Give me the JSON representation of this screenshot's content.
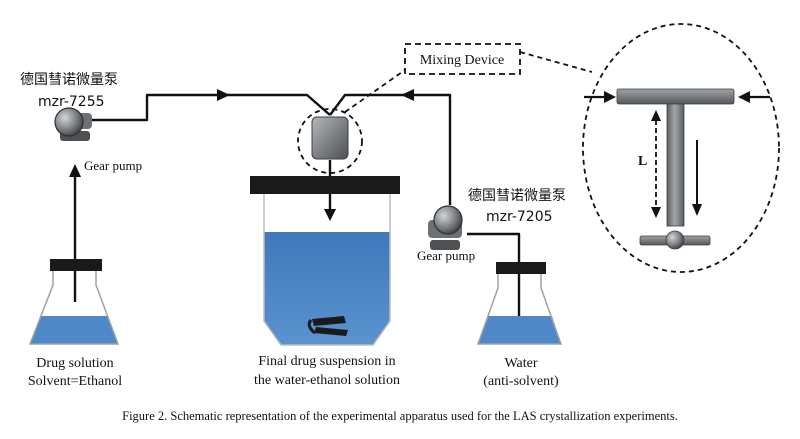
{
  "left_pump": {
    "brand_label": "德国彗诺微量泵",
    "model_label": "mzr-7255",
    "pump_label": "Gear pump"
  },
  "right_pump": {
    "brand_label": "德国彗诺微量泵",
    "model_label": "mzr-7205",
    "pump_label": "Gear pump"
  },
  "mixing_device": {
    "label": "Mixing Device"
  },
  "detail_view": {
    "length_label": "L"
  },
  "drug_flask": {
    "caption_line1": "Drug solution",
    "caption_line2": "Solvent=Ethanol"
  },
  "vessel": {
    "caption_line1": "Final drug suspension in",
    "caption_line2": "the water-ethanol solution"
  },
  "water_flask": {
    "caption_line1": "Water",
    "caption_line2": "(anti-solvent)"
  },
  "figure_caption": "Figure 2.  Schematic representation of the experimental apparatus used for the LAS crystallization experiments.",
  "colors": {
    "liquid": "#4f88c8",
    "liquid_light": "#6a9fd6",
    "device_gray": "#7f8386",
    "lid_black": "#1a1a1a"
  }
}
